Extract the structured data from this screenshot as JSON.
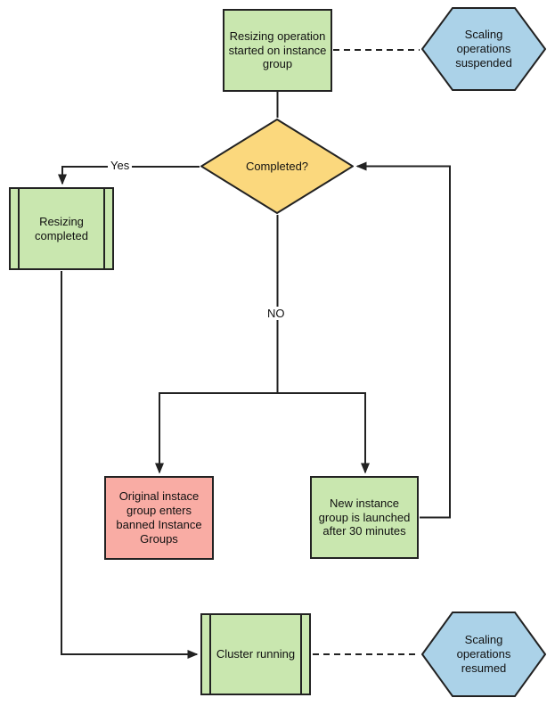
{
  "colors": {
    "green": "#c9e7af",
    "blue": "#abd2e8",
    "yellow": "#fbd87d",
    "pink": "#f9aca4",
    "border": "#222222",
    "line": "#222222",
    "background": "#ffffff",
    "text": "#111111"
  },
  "nodes": {
    "start": {
      "label": "Resizing operation started on instance group",
      "shape": "rectangle",
      "color": "green"
    },
    "suspended": {
      "label": "Scaling operations suspended",
      "shape": "hexagon",
      "color": "blue"
    },
    "decision": {
      "label": "Completed?",
      "shape": "diamond",
      "color": "yellow"
    },
    "resizing_completed": {
      "label": "Resizing completed",
      "shape": "predefined-process",
      "color": "green"
    },
    "banned": {
      "label": "Original instace group enters banned Instance Groups",
      "shape": "rectangle",
      "color": "pink"
    },
    "new_instance": {
      "label": "New instance group is launched after 30 minutes",
      "shape": "rectangle",
      "color": "green"
    },
    "cluster_running": {
      "label": "Cluster running",
      "shape": "predefined-process",
      "color": "green"
    },
    "resumed": {
      "label": "Scaling operations resumed",
      "shape": "hexagon",
      "color": "blue"
    }
  },
  "edge_labels": {
    "yes": "Yes",
    "no": "NO"
  }
}
